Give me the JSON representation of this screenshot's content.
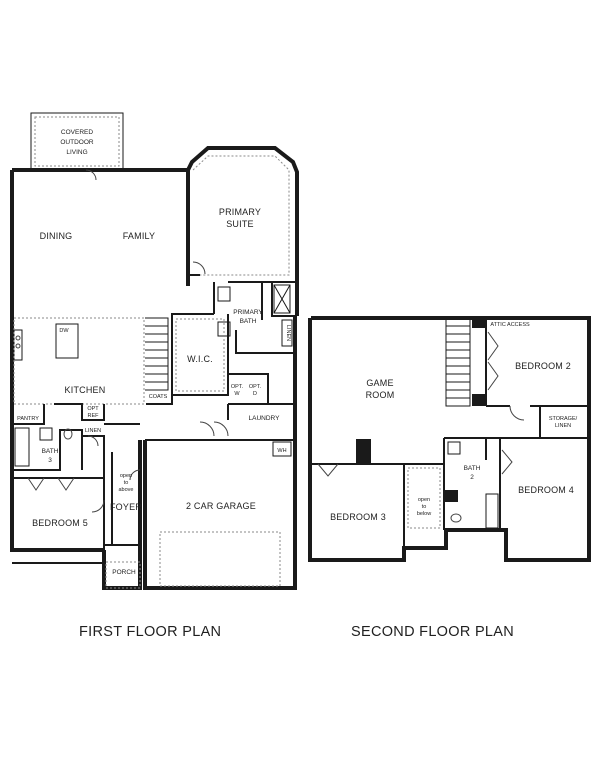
{
  "first_floor": {
    "caption": "FIRST FLOOR PLAN",
    "rooms": {
      "covered_outdoor_living": [
        "COVERED",
        "OUTDOOR",
        "LIVING"
      ],
      "dining": "DINING",
      "family": "FAMILY",
      "primary_suite": [
        "PRIMARY",
        "SUITE"
      ],
      "primary_bath": [
        "PRIMARY",
        "BATH"
      ],
      "linen_primary": "LINEN",
      "wic": "W.I.C.",
      "kitchen": "KITCHEN",
      "dw": "DW",
      "pantry": "PANTRY",
      "opt_ref": [
        "OPT",
        "REF"
      ],
      "coats": "COATS",
      "opt_w": [
        "OPT.",
        "W"
      ],
      "opt_d": [
        "OPT.",
        "D"
      ],
      "laundry": "LAUNDRY",
      "wh": "WH",
      "bath3": [
        "BATH",
        "3"
      ],
      "linen": "LINEN",
      "open_to_above": [
        "open",
        "to",
        "above"
      ],
      "foyer": "FOYER",
      "garage": "2 CAR GARAGE",
      "bedroom5": "BEDROOM 5",
      "porch": "PORCH"
    }
  },
  "second_floor": {
    "caption": "SECOND FLOOR PLAN",
    "rooms": {
      "attic_access": "ATTIC ACCESS",
      "game_room": [
        "GAME",
        "ROOM"
      ],
      "bedroom2": "BEDROOM 2",
      "storage_linen": [
        "STORAGE/",
        "LINEN"
      ],
      "bath2": [
        "BATH",
        "2"
      ],
      "bedroom4": "BEDROOM 4",
      "bedroom3": "BEDROOM 3",
      "open_to_below": [
        "open",
        "to",
        "below"
      ]
    }
  }
}
